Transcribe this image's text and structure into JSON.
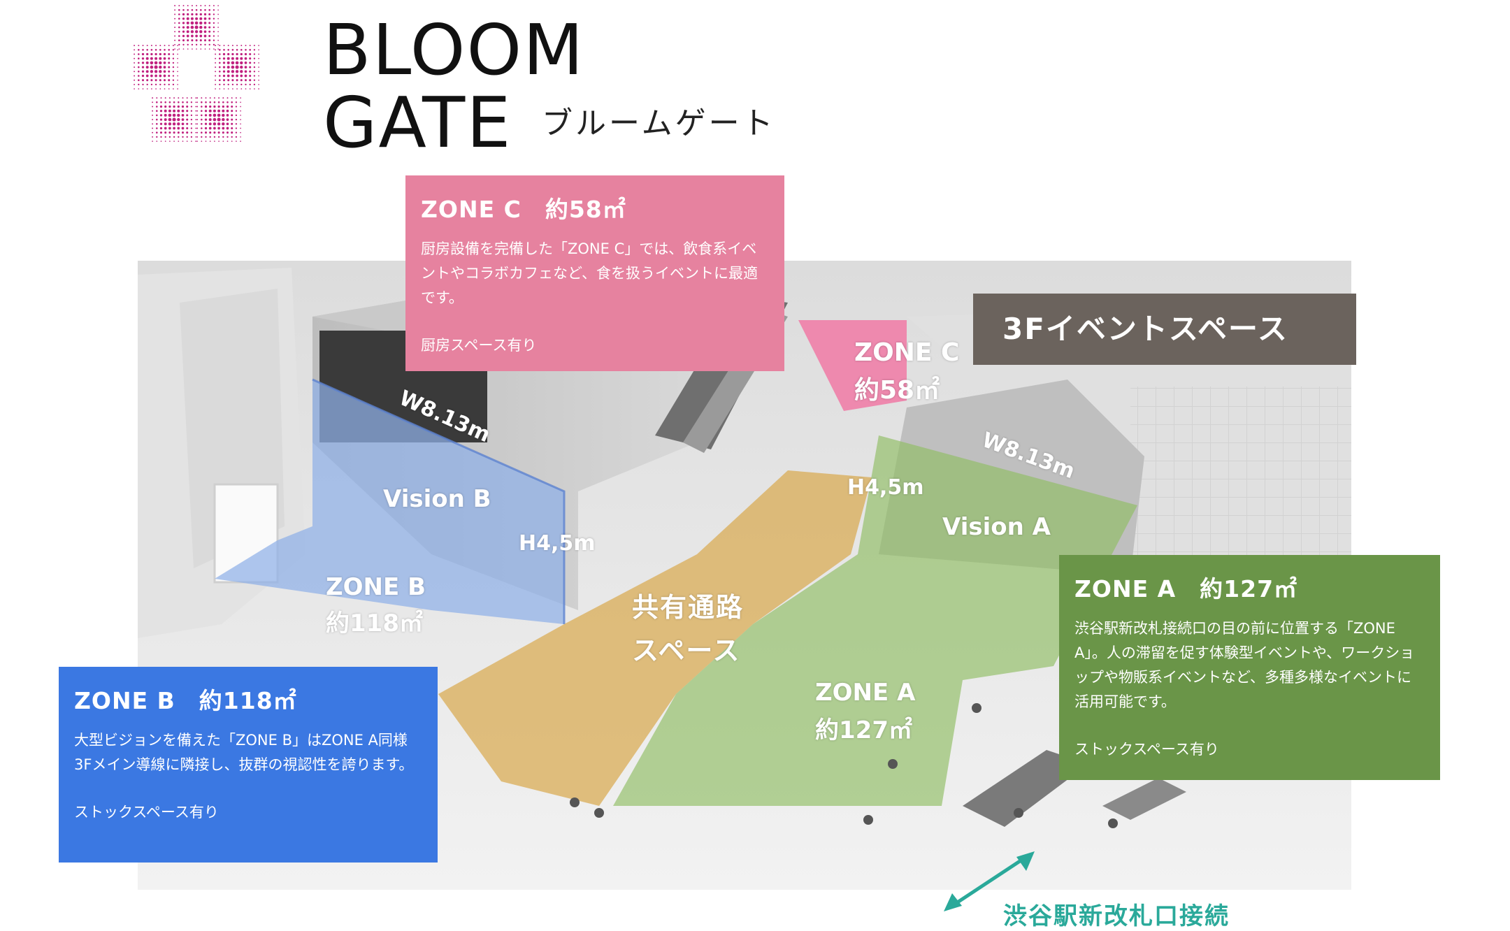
{
  "brand": {
    "wordmark_line1": "BLOOM",
    "wordmark_line2": "GATE",
    "kana": "ブルームゲート",
    "logo_icon": "dotted-flower-logo",
    "color": "#c0207f"
  },
  "floor_badge": "3Fイベントスペース",
  "plan_labels": {
    "width_left": "W8.13m",
    "width_right": "W8.13m",
    "vision_b": "Vision B",
    "vision_a": "Vision A",
    "height_left": "H4,5m",
    "height_right": "H4,5m",
    "zone_b_name": "ZONE B",
    "zone_b_area": "約118㎡",
    "zone_c_name": "ZONE C",
    "zone_c_area": "約58㎡",
    "zone_a_name": "ZONE A",
    "zone_a_area": "約127㎡",
    "shared_line1": "共有通路",
    "shared_line2": "スペース"
  },
  "zones": {
    "c": {
      "title": "ZONE C　約58㎡",
      "description": "厨房設備を完備した「ZONE C」では、飲食系イベントやコラボカフェなど、食を扱うイベントに最適です。",
      "note": "厨房スペース有り",
      "color": "#e6829f"
    },
    "a": {
      "title": "ZONE A　約127㎡",
      "description": "渋谷駅新改札接続口の目の前に位置する「ZONE A」。人の滞留を促す体験型イベントや、ワークショップや物販系イベントなど、多種多様なイベントに活用可能です。",
      "note": "ストックスペース有り",
      "color": "#6a9548"
    },
    "b": {
      "title": "ZONE B　約118㎡",
      "description": "大型ビジョンを備えた「ZONE B」はZONE A同様3Fメイン導線に隣接し、抜群の視認性を誇ります。",
      "note": "ストックスペース有り",
      "color": "#3b78e2"
    }
  },
  "station_connection": {
    "label": "渋谷駅新改札口接続",
    "icon": "double-arrow-icon",
    "color": "#2aa99a"
  },
  "overlay_colors": {
    "zone_a": "#8fbd62",
    "zone_b": "#8fb0e8",
    "zone_c": "#f07fa8",
    "shared": "#d9a84c"
  }
}
